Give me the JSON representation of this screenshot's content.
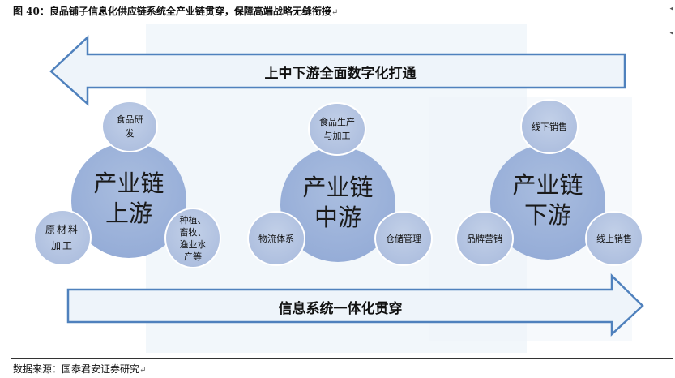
{
  "caption": "图 40：良品铺子信息化供应链系统全产业链贯穿，保障高端战略无缝衔接",
  "source": "数据来源：国泰君安证券研究",
  "paragraph_mark": "↵",
  "colors": {
    "arrow_fill": "#eef4fa",
    "arrow_stroke": "#4f81bd",
    "big_circle": "#97aed8",
    "small_circle": "#aebfdf"
  },
  "diagram": {
    "top_arrow": {
      "label": "上中下游全面数字化打通",
      "direction": "left"
    },
    "bottom_arrow": {
      "label": "信息系统一体化贯穿",
      "direction": "right"
    },
    "groups": [
      {
        "title_line1": "产业链",
        "title_line2": "上游",
        "nodes": [
          "食品研\n发",
          "原材料\n加工",
          "种植、\n畜牧、\n渔业水\n产等"
        ]
      },
      {
        "title_line1": "产业链",
        "title_line2": "中游",
        "nodes": [
          "食品生产\n与加工",
          "物流体系",
          "仓储管理"
        ]
      },
      {
        "title_line1": "产业链",
        "title_line2": "下游",
        "nodes": [
          "线下销售",
          "品牌营销",
          "线上销售"
        ]
      }
    ]
  }
}
